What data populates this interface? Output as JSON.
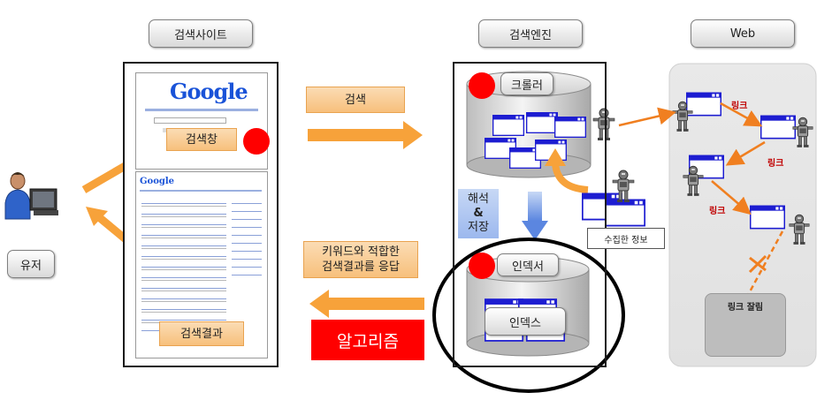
{
  "labels": {
    "search_site": "검색사이트",
    "search_engine": "검색엔진",
    "web": "Web",
    "user": "유저",
    "search": "검색",
    "search_box": "검색창",
    "search_results": "검색결과",
    "crawler": "크롤러",
    "analyze_store_1": "해석",
    "analyze_store_2": "&",
    "analyze_store_3": "저장",
    "collected_info": "수집한 정보",
    "keyword_line1": "키워드와 적합한",
    "keyword_line2": "검색결과를 응답",
    "algorithm": "알고리즘",
    "indexer": "인덱서",
    "index": "인덱스",
    "link1": "링크",
    "link2": "링크",
    "link3": "링크",
    "broken_link": "링크 잘림"
  },
  "google": {
    "logo": "Google"
  },
  "colors": {
    "orange": "#f7a23a",
    "red": "#ff0000",
    "blue": "#2b2bd6"
  },
  "icons": [
    "user-icon",
    "robot-icon",
    "browser-window-icon",
    "red-dot-icon",
    "cylinder-icon"
  ]
}
